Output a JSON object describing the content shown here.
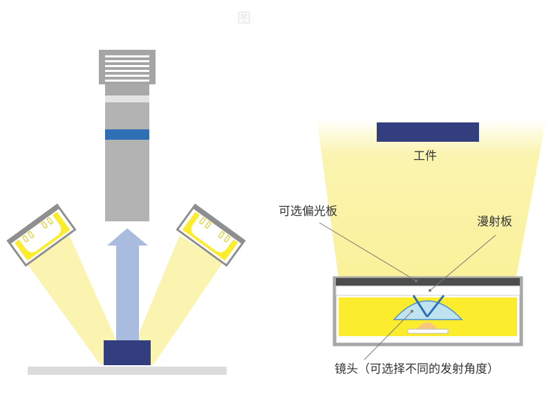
{
  "watermark": "图",
  "labels": {
    "workpiece": "工件",
    "polarizer": "可选偏光板",
    "diffuser": "漫射板",
    "lens": "镜头（可选择不同的发射角度）"
  },
  "colors": {
    "light_yellow": "#fbf4b0",
    "bright_yellow": "#fcec2e",
    "gray_frame": "#a7a7a7",
    "camera_gray": "#b3b3b3",
    "camera_blue": "#2e6fb5",
    "workpiece_navy": "#333e7e",
    "arrow_blue": "#a9bce0",
    "lens_cyan": "#bfe4ef",
    "stage_gray": "#dcdcdc"
  }
}
